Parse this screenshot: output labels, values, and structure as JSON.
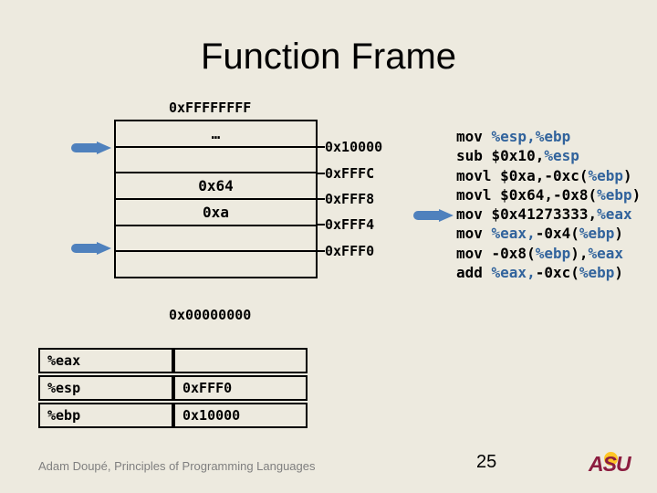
{
  "slide": {
    "title": "Function Frame"
  },
  "memory": {
    "top_address": "0xFFFFFFFF",
    "bottom_address": "0x00000000",
    "rows": [
      "…",
      "",
      "0x64",
      "0xa",
      "",
      ""
    ],
    "address_labels": [
      "0x10000",
      "0xFFFC",
      "0xFFF8",
      "0xFFF4",
      "0xFFF0"
    ]
  },
  "registers": {
    "rows": [
      {
        "name": "%eax",
        "value": ""
      },
      {
        "name": "%esp",
        "value": "0xFFF0"
      },
      {
        "name": "%ebp",
        "value": "0x10000"
      }
    ]
  },
  "code": {
    "current_line_index": 4,
    "lines": [
      {
        "tokens": [
          {
            "t": "mov ",
            "c": "k"
          },
          {
            "t": "%esp,%ebp",
            "c": "b"
          }
        ]
      },
      {
        "tokens": [
          {
            "t": "sub $0x10,",
            "c": "k"
          },
          {
            "t": "%esp",
            "c": "b"
          }
        ]
      },
      {
        "tokens": [
          {
            "t": "movl $0xa,-0xc(",
            "c": "k"
          },
          {
            "t": "%ebp",
            "c": "b"
          },
          {
            "t": ")",
            "c": "k"
          }
        ]
      },
      {
        "tokens": [
          {
            "t": "movl $0x64,-0x8(",
            "c": "k"
          },
          {
            "t": "%ebp",
            "c": "b"
          },
          {
            "t": ")",
            "c": "k"
          }
        ]
      },
      {
        "tokens": [
          {
            "t": "mov $0x41273333,",
            "c": "k"
          },
          {
            "t": "%eax",
            "c": "b"
          }
        ]
      },
      {
        "tokens": [
          {
            "t": "mov ",
            "c": "k"
          },
          {
            "t": "%eax,",
            "c": "b"
          },
          {
            "t": "-0x4(",
            "c": "k"
          },
          {
            "t": "%ebp",
            "c": "b"
          },
          {
            "t": ")",
            "c": "k"
          }
        ]
      },
      {
        "tokens": [
          {
            "t": "mov -0x8(",
            "c": "k"
          },
          {
            "t": "%ebp",
            "c": "b"
          },
          {
            "t": "),",
            "c": "k"
          },
          {
            "t": "%eax",
            "c": "b"
          }
        ]
      },
      {
        "tokens": [
          {
            "t": "add ",
            "c": "k"
          },
          {
            "t": "%eax,",
            "c": "b"
          },
          {
            "t": "-0xc(",
            "c": "k"
          },
          {
            "t": "%ebp",
            "c": "b"
          },
          {
            "t": ")",
            "c": "k"
          }
        ]
      }
    ]
  },
  "colors": {
    "background": "#EDEADF",
    "arrow_blue": "#4F81BD",
    "code_blue": "#31639C",
    "code_black": "#000000",
    "footer_gray": "#7F7F7F",
    "asu_maroon": "#8C1D40",
    "asu_gold": "#FFC627"
  },
  "footer": {
    "credit": "Adam Doupé, Principles of Programming Languages",
    "page_number": "25",
    "logo_text": "ASU"
  }
}
